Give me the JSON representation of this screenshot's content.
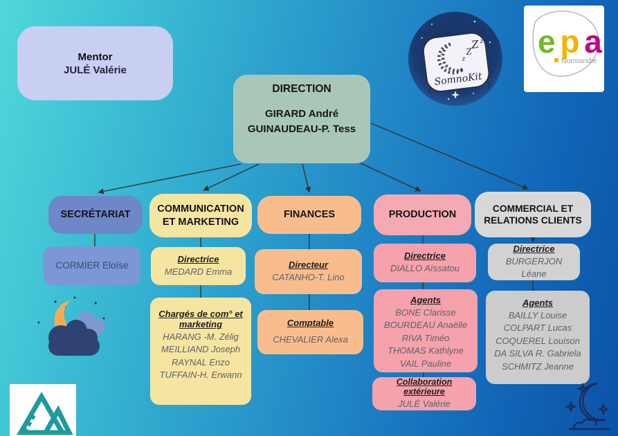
{
  "mentor": {
    "title": "Mentor",
    "name": "JULÉ Valérie"
  },
  "direction": {
    "title": "DIRECTION",
    "members": [
      "GIRARD André",
      "GUINAUDEAU-P. Tess"
    ]
  },
  "logos": {
    "somnokit": {
      "brand": "SomnoKit",
      "zzz": "zZZz"
    },
    "epa": {
      "letter_e": "e",
      "letter_p": "p",
      "letter_a": "a",
      "region": "Normandie"
    }
  },
  "departments": [
    {
      "title": "SECRÉTARIAT",
      "roles": [
        {
          "title": "",
          "names": [
            "CORMIER Eloïse"
          ]
        }
      ]
    },
    {
      "title": "COMMUNICATION ET MARKETING",
      "roles": [
        {
          "title": "Directrice",
          "names": [
            "MEDARD Emma"
          ]
        },
        {
          "title": "Chargés de com° et marketing",
          "names": [
            "HARANG -M. Zélig",
            "MEILLIAND Joseph",
            "RAYNAL Enzo",
            "TUFFAIN-H. Erwann"
          ]
        }
      ]
    },
    {
      "title": "FINANCES",
      "roles": [
        {
          "title": "Directeur",
          "names": [
            "CATANHO-T. Lino"
          ]
        },
        {
          "title": "Comptable",
          "names": [
            "CHEVALIER Alexa"
          ]
        }
      ]
    },
    {
      "title": "PRODUCTION",
      "roles": [
        {
          "title": "Directrice",
          "names": [
            "DIALLO Aïssatou"
          ]
        },
        {
          "title": "Agents",
          "names": [
            "BONE Clarisse",
            "BOURDEAU Anaëlle",
            "RIVA Timéo",
            "THOMAS Kathlyne",
            "VAIL Pauline"
          ]
        },
        {
          "title": "Collaboration extérieure",
          "names": [
            "JULÉ Valérie"
          ]
        }
      ]
    },
    {
      "title": "COMMERCIAL ET RELATIONS CLIENTS",
      "roles": [
        {
          "title": "Directrice",
          "names": [
            "BURGERJON Léane"
          ]
        },
        {
          "title": "Agents",
          "names": [
            "BAILLY Louise",
            "COLPART Lucas",
            "COQUEREL Louison",
            "DA SILVA R. Gabriela",
            "SCHMITZ Jeanne"
          ]
        }
      ]
    }
  ],
  "colors": {
    "background_start": "#4fd8da",
    "background_end": "#0c52a6",
    "mentor": "#c8cff2",
    "direction": "#a9c7b7",
    "secretariat": "#6d87c9",
    "communication": "#f6e5a1",
    "finances": "#f9bd8d",
    "production": "#f5a9b2",
    "commercial": "#d8d8d8",
    "connector": "#333333",
    "epa_e": "#76b82a",
    "epa_p": "#f9b000",
    "epa_a": "#c4067e",
    "mountain_teal": "#1f9a9e",
    "moon_orange": "#f1ae52",
    "cloud_light": "#7d99cf",
    "cloud_dark": "#2e4373"
  },
  "icons": {
    "somnokit_logo": "pillow-with-moon-and-zzz",
    "epa_logo": "epa-normandie-leaf",
    "mountain_logo": "teal-mountain-m",
    "moon_cloud": "crescent-moon-with-clouds",
    "moon_doodle": "outlined-moon-stars-cloud"
  }
}
